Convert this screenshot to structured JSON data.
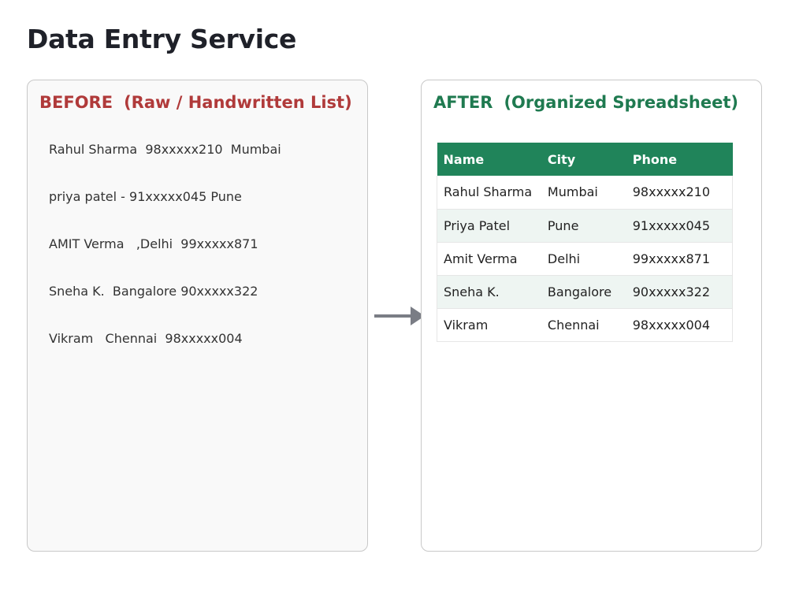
{
  "title": "Data Entry Service",
  "before": {
    "label": "BEFORE",
    "subtitle": "(Raw / Handwritten List)",
    "color": "#b03a3a",
    "items": [
      "Rahul Sharma  98xxxxx210  Mumbai",
      "priya patel - 91xxxxx045 Pune",
      "AMIT Verma   ,Delhi  99xxxxx871",
      "Sneha K.  Bangalore 90xxxxx322",
      "Vikram   Chennai  98xxxxx004"
    ]
  },
  "after": {
    "label": "AFTER",
    "subtitle": "(Organized Spreadsheet)",
    "color": "#1f7a50",
    "header_color": "#20845a",
    "columns": [
      "Name",
      "City",
      "Phone"
    ],
    "rows": [
      [
        "Rahul Sharma",
        "Mumbai",
        "98xxxxx210"
      ],
      [
        "Priya Patel",
        "Pune",
        "91xxxxx045"
      ],
      [
        "Amit Verma",
        "Delhi",
        "99xxxxx871"
      ],
      [
        "Sneha K.",
        "Bangalore",
        "90xxxxx322"
      ],
      [
        "Vikram",
        "Chennai",
        "98xxxxx004"
      ]
    ]
  },
  "arrow": {
    "icon": "arrow-right-icon",
    "color": "#7a7d85"
  }
}
